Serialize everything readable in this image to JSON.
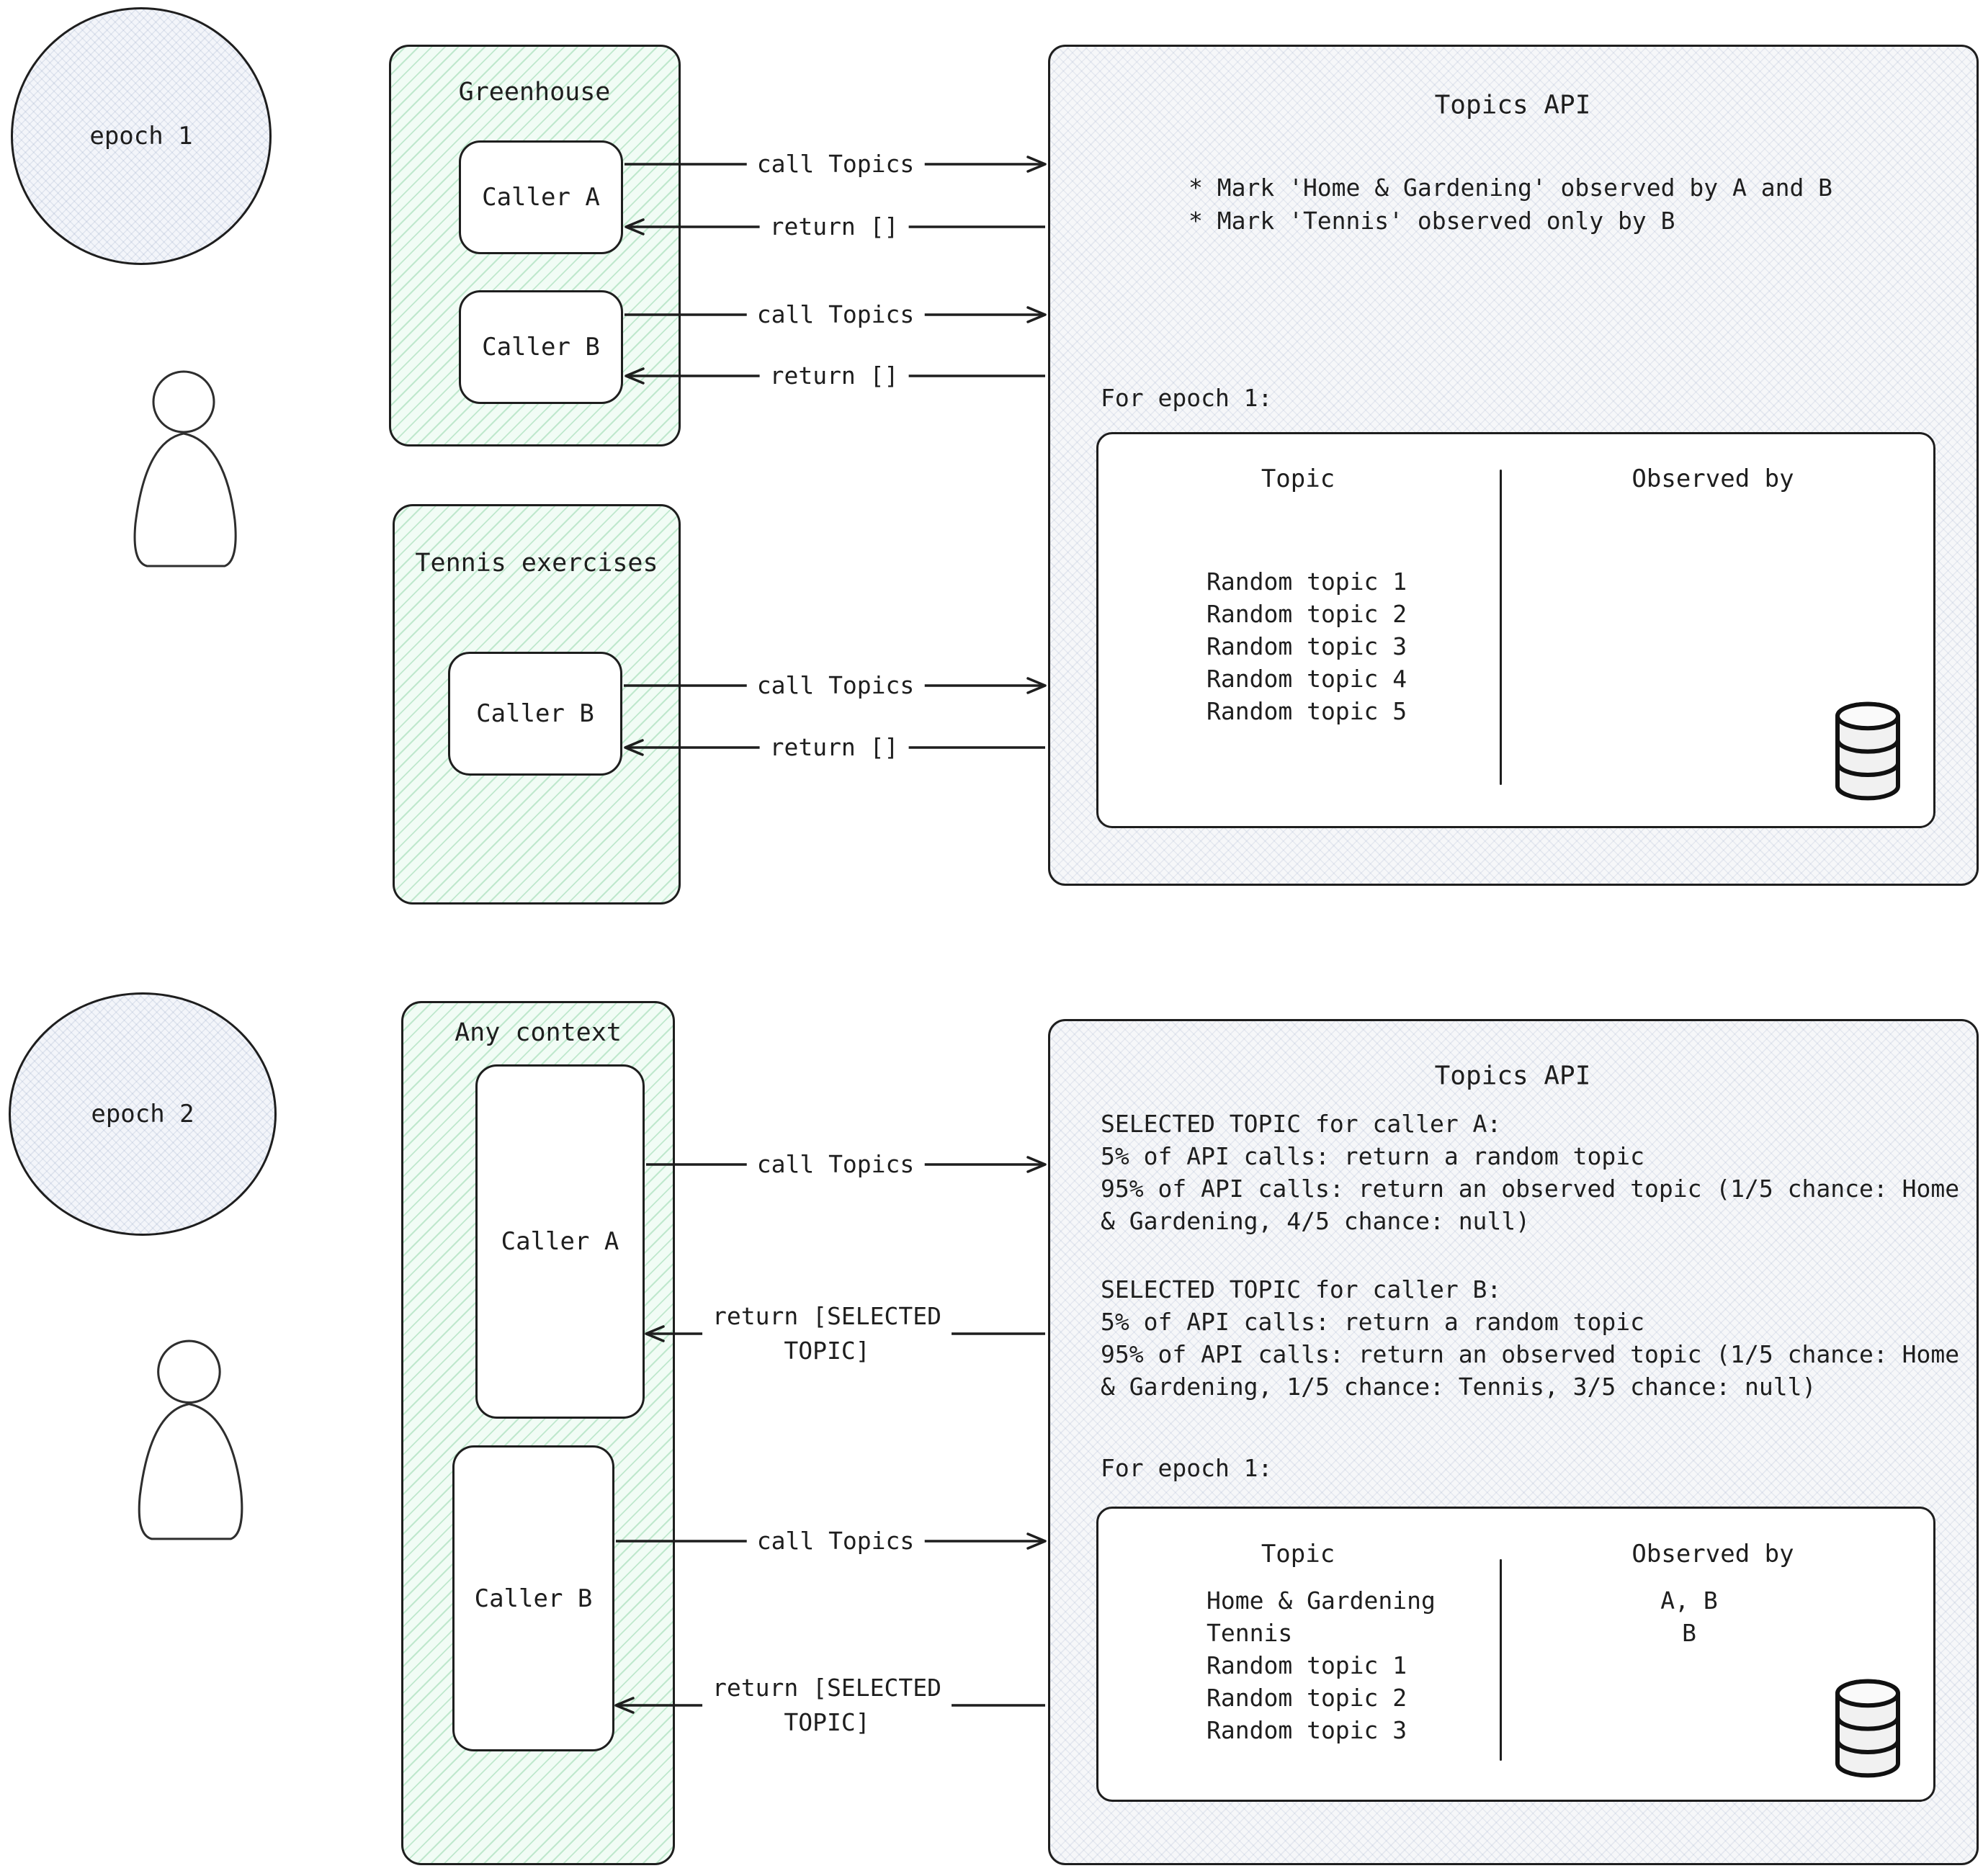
{
  "diagram": {
    "labels": {
      "call": "call Topics",
      "ret": "return []",
      "ret_selected": "return [SELECTED\nTOPIC]"
    },
    "epoch1": {
      "label": "epoch 1",
      "greenhouse": {
        "title": "Greenhouse",
        "caller_a": "Caller A",
        "caller_b": "Caller B"
      },
      "tennis": {
        "title": "Tennis exercises",
        "caller_b": "Caller B"
      },
      "api": {
        "title": "Topics API",
        "note_1": "* Mark 'Home & Gardening' observed by A and B",
        "note_2": "* Mark 'Tennis' observed only by B",
        "epoch_label": "For epoch 1:",
        "table": {
          "col_topic": "Topic",
          "col_observed": "Observed by",
          "rows": [
            {
              "topic": "Random topic 1",
              "observed": ""
            },
            {
              "topic": "Random topic 2",
              "observed": ""
            },
            {
              "topic": "Random topic 3",
              "observed": ""
            },
            {
              "topic": "Random topic 4",
              "observed": ""
            },
            {
              "topic": "Random topic 5",
              "observed": ""
            }
          ]
        }
      }
    },
    "epoch2": {
      "label": "epoch 2",
      "any_context": {
        "title": "Any context",
        "caller_a": "Caller A",
        "caller_b": "Caller B"
      },
      "api": {
        "title": "Topics API",
        "selected_a": "SELECTED TOPIC for caller A:\n5% of API calls: return a random topic\n95% of API calls: return an observed topic (1/5 chance: Home\n& Gardening, 4/5 chance: null)",
        "selected_b": "SELECTED TOPIC for caller B:\n5% of API calls: return a random topic\n95% of API calls: return an observed topic (1/5 chance: Home\n& Gardening, 1/5 chance: Tennis,  3/5 chance: null)",
        "epoch_label": "For epoch 1:",
        "table": {
          "col_topic": "Topic",
          "col_observed": "Observed by",
          "rows": [
            {
              "topic": "Home & Gardening",
              "observed": "A, B"
            },
            {
              "topic": "Tennis",
              "observed": "B"
            },
            {
              "topic": "Random topic 1",
              "observed": ""
            },
            {
              "topic": "Random topic 2",
              "observed": ""
            },
            {
              "topic": "Random topic 3",
              "observed": ""
            }
          ]
        }
      }
    }
  }
}
